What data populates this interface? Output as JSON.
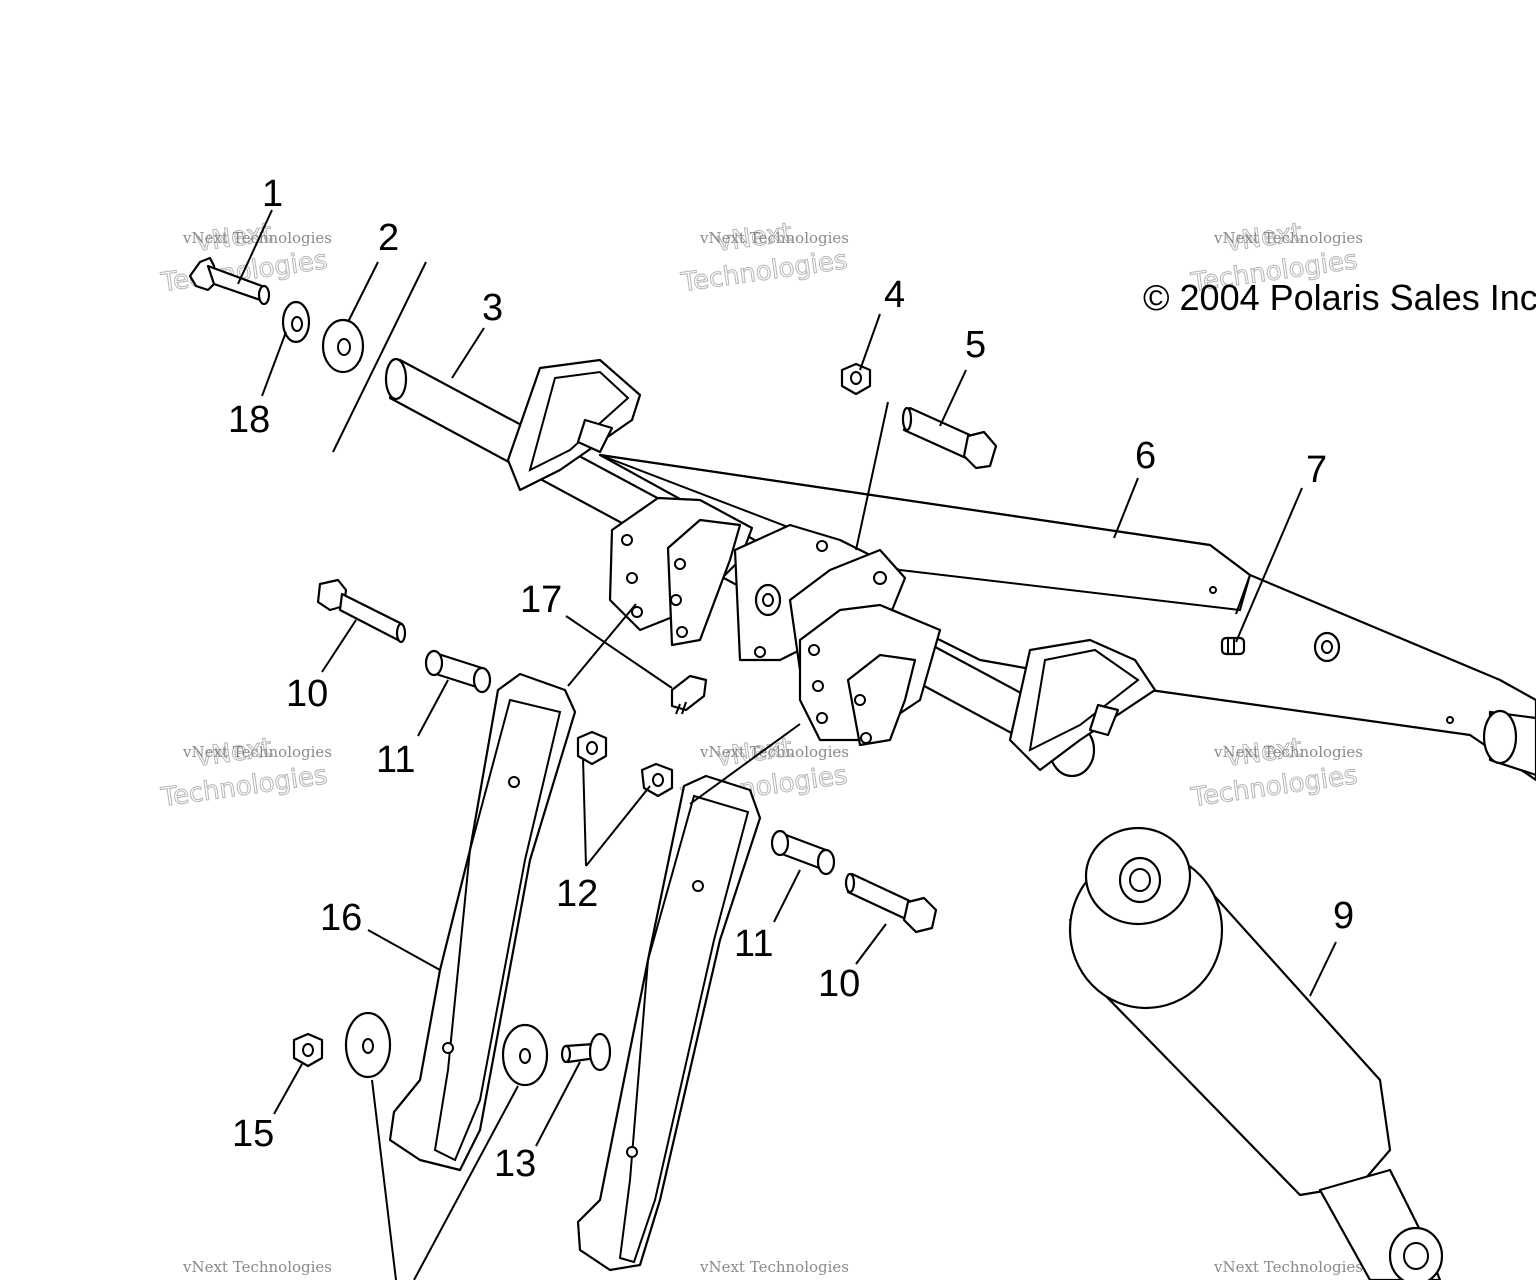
{
  "copyright": "© 2004 Polaris Sales Inc.",
  "callouts": [
    "1",
    "2",
    "3",
    "4",
    "5",
    "6",
    "7",
    "17",
    "18",
    "10",
    "11",
    "12",
    "16",
    "11",
    "10",
    "9",
    "15",
    "13"
  ],
  "watermark": {
    "small": "vNext Technologies",
    "large_top": "vNext",
    "large_bottom": "Technologies"
  }
}
